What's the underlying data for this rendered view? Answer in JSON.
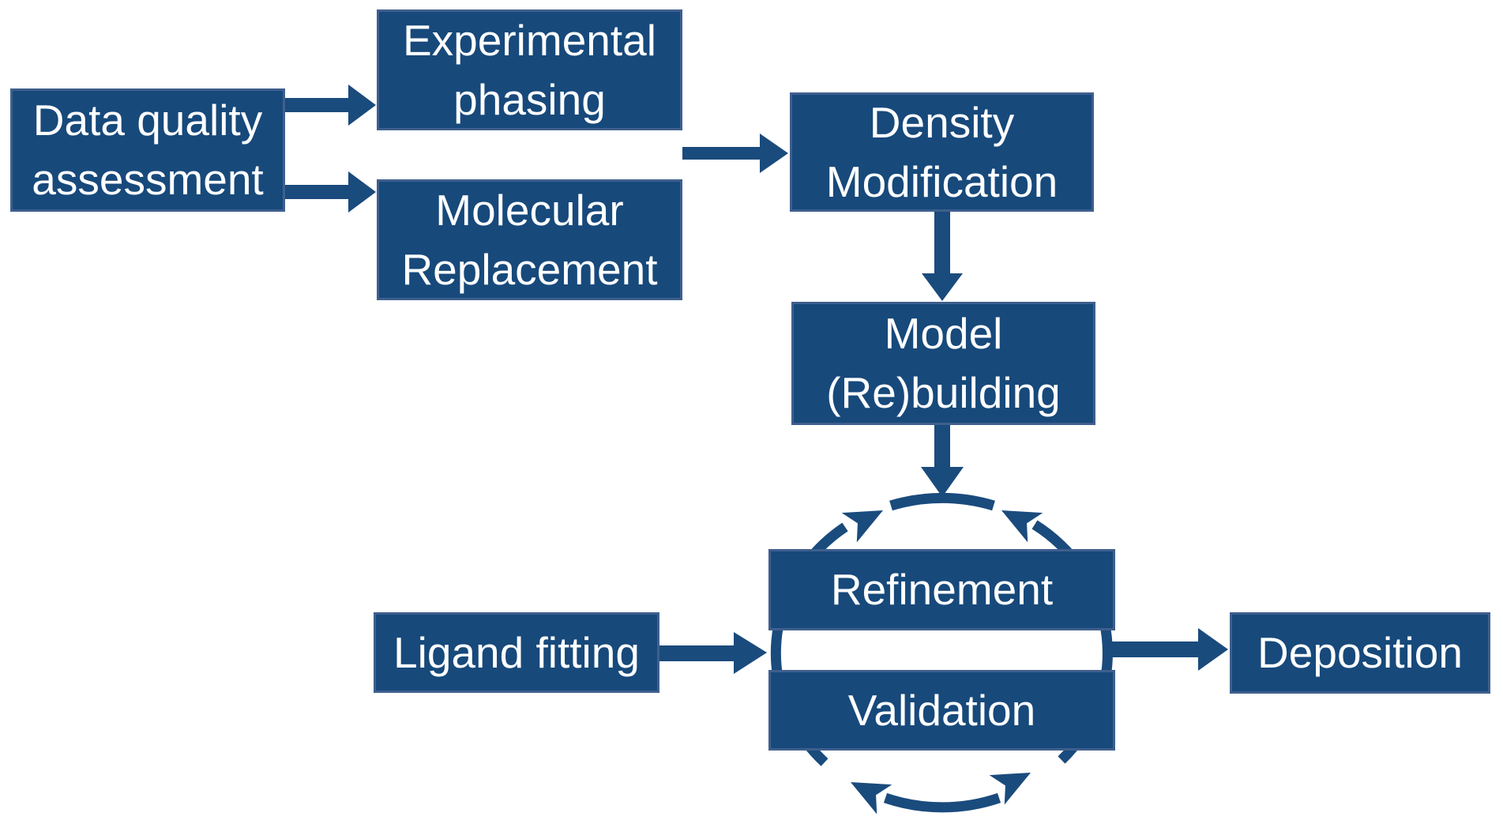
{
  "diagram": {
    "description": "Crystallography structure solution workflow flowchart",
    "colors": {
      "box_fill": "#17497b",
      "box_border": "#3f5f8e",
      "arrow": "#1a4b7d",
      "text": "#ffffff",
      "background": "#ffffff"
    },
    "nodes": {
      "data_quality": {
        "label": "Data quality assessment",
        "lines": [
          "Data quality",
          "assessment"
        ]
      },
      "experimental_phasing": {
        "label": "Experimental phasing",
        "lines": [
          "Experimental",
          "phasing"
        ]
      },
      "molecular_replacement": {
        "label": "Molecular Replacement",
        "lines": [
          "Molecular",
          "Replacement"
        ]
      },
      "density_modification": {
        "label": "Density Modification",
        "lines": [
          "Density",
          "Modification"
        ]
      },
      "model_rebuilding": {
        "label": "Model (Re)building",
        "lines": [
          "Model",
          "(Re)building"
        ]
      },
      "refinement": {
        "label": "Refinement"
      },
      "validation": {
        "label": "Validation"
      },
      "ligand_fitting": {
        "label": "Ligand fitting"
      },
      "deposition": {
        "label": "Deposition"
      }
    },
    "connections": [
      {
        "from": "Data quality assessment",
        "to": "Experimental phasing"
      },
      {
        "from": "Data quality assessment",
        "to": "Molecular Replacement"
      },
      {
        "from": "Experimental phasing / Molecular Replacement",
        "to": "Density Modification"
      },
      {
        "from": "Density Modification",
        "to": "Model (Re)building"
      },
      {
        "from": "Model (Re)building",
        "to": "Refinement-Validation cycle"
      },
      {
        "from": "Ligand fitting",
        "to": "Refinement-Validation cycle"
      },
      {
        "from": "Refinement-Validation cycle",
        "to": "Deposition"
      },
      {
        "from": "Refinement",
        "to": "Validation",
        "style": "circular cycle arrows"
      }
    ]
  }
}
